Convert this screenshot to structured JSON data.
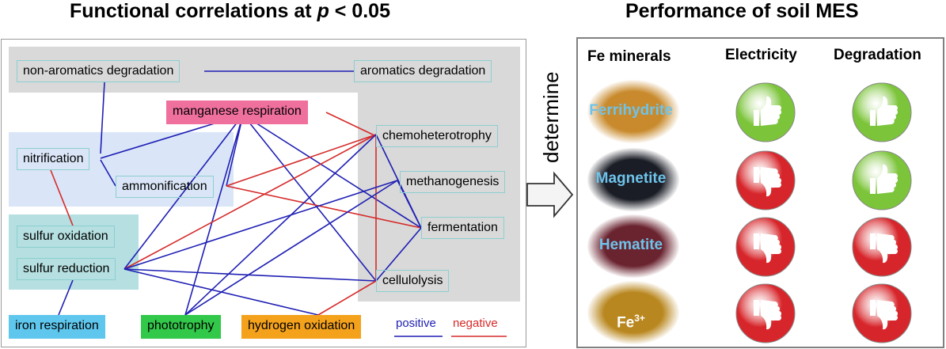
{
  "left_title": "Functional correlations at p < 0.05",
  "left_title_main": "Functional correlations at ",
  "left_title_italic": "p",
  "left_title_rest": " < 0.05",
  "right_title": "Performance of soil MES",
  "arrow_label": "determine",
  "nodes": {
    "non_aromatics": "non-aromatics degradation",
    "aromatics": "aromatics degradation",
    "manganese": "manganese respiration",
    "chemoheterotrophy": "chemoheterotrophy",
    "nitrification": "nitrification",
    "methanogenesis": "methanogenesis",
    "ammonification": "ammonification",
    "fermentation": "fermentation",
    "sulfur_oxidation": "sulfur oxidation",
    "sulfur_reduction": "sulfur reduction",
    "cellulolysis": "cellulolysis",
    "iron_respiration": "iron respiration",
    "phototrophy": "phototrophy",
    "hydrogen_oxidation": "hydrogen oxidation"
  },
  "legend": {
    "positive": "positive",
    "negative": "negative",
    "positive_color": "#1f1fb4",
    "negative_color": "#d62a2a"
  },
  "links": [
    {
      "from": "non_aromatics",
      "to": "aromatics",
      "sign": "positive"
    },
    {
      "from": "non_aromatics",
      "to": "nitrification",
      "sign": "positive"
    },
    {
      "from": "nitrification",
      "to": "ammonification",
      "sign": "positive"
    },
    {
      "from": "nitrification",
      "to": "manganese",
      "sign": "positive"
    },
    {
      "from": "nitrification",
      "to": "sulfur_oxidation",
      "sign": "negative"
    },
    {
      "from": "manganese",
      "to": "ammonification",
      "sign": "positive"
    },
    {
      "from": "manganese",
      "to": "chemoheterotrophy",
      "sign": "negative"
    },
    {
      "from": "manganese",
      "to": "fermentation",
      "sign": "positive"
    },
    {
      "from": "manganese",
      "to": "cellulolysis",
      "sign": "positive"
    },
    {
      "from": "manganese",
      "to": "sulfur_reduction",
      "sign": "positive"
    },
    {
      "from": "manganese",
      "to": "phototrophy",
      "sign": "positive"
    },
    {
      "from": "ammonification",
      "to": "chemoheterotrophy",
      "sign": "negative"
    },
    {
      "from": "ammonification",
      "to": "fermentation",
      "sign": "negative"
    },
    {
      "from": "chemoheterotrophy",
      "to": "fermentation",
      "sign": "positive"
    },
    {
      "from": "chemoheterotrophy",
      "to": "cellulolysis",
      "sign": "negative"
    },
    {
      "from": "chemoheterotrophy",
      "to": "sulfur_reduction",
      "sign": "negative"
    },
    {
      "from": "chemoheterotrophy",
      "to": "phototrophy",
      "sign": "positive"
    },
    {
      "from": "methanogenesis",
      "to": "fermentation",
      "sign": "positive"
    },
    {
      "from": "methanogenesis",
      "to": "phototrophy",
      "sign": "positive"
    },
    {
      "from": "methanogenesis",
      "to": "sulfur_reduction",
      "sign": "positive"
    },
    {
      "from": "fermentation",
      "to": "cellulolysis",
      "sign": "positive"
    },
    {
      "from": "sulfur_reduction",
      "to": "cellulolysis",
      "sign": "positive"
    },
    {
      "from": "sulfur_reduction",
      "to": "hydrogen_oxidation",
      "sign": "positive"
    },
    {
      "from": "sulfur_reduction",
      "to": "iron_respiration",
      "sign": "positive"
    },
    {
      "from": "cellulolysis",
      "to": "hydrogen_oxidation",
      "sign": "negative"
    }
  ],
  "table": {
    "headers": [
      "Fe minerals",
      "Electricity",
      "Degradation"
    ],
    "rows": [
      {
        "mineral": "Ferrihydrite",
        "mineral_color": "#c88a2c",
        "electricity": "up",
        "degradation": "up"
      },
      {
        "mineral": "Magnetite",
        "mineral_color": "#1b1d26",
        "electricity": "down",
        "degradation": "up"
      },
      {
        "mineral": "Hematite",
        "mineral_color": "#6a2430",
        "electricity": "down",
        "degradation": "down"
      },
      {
        "mineral": "Fe",
        "mineral_sup": "3+",
        "mineral_color": "#b9871f",
        "electricity": "down",
        "degradation": "down"
      }
    ]
  },
  "colors": {
    "gray_region": "#d9d9d9",
    "blue_region": "#dae6f7",
    "teal_region": "#b5dfe0",
    "manganese_fill": "#ef6f9d",
    "iron_fill": "#5fc7ee",
    "phototrophy_fill": "#32c84a",
    "hydrogen_fill": "#f4a21c",
    "thumb_up": "#7cc43a",
    "thumb_down": "#d7262b",
    "mineral_label": "#6ec3ea"
  }
}
